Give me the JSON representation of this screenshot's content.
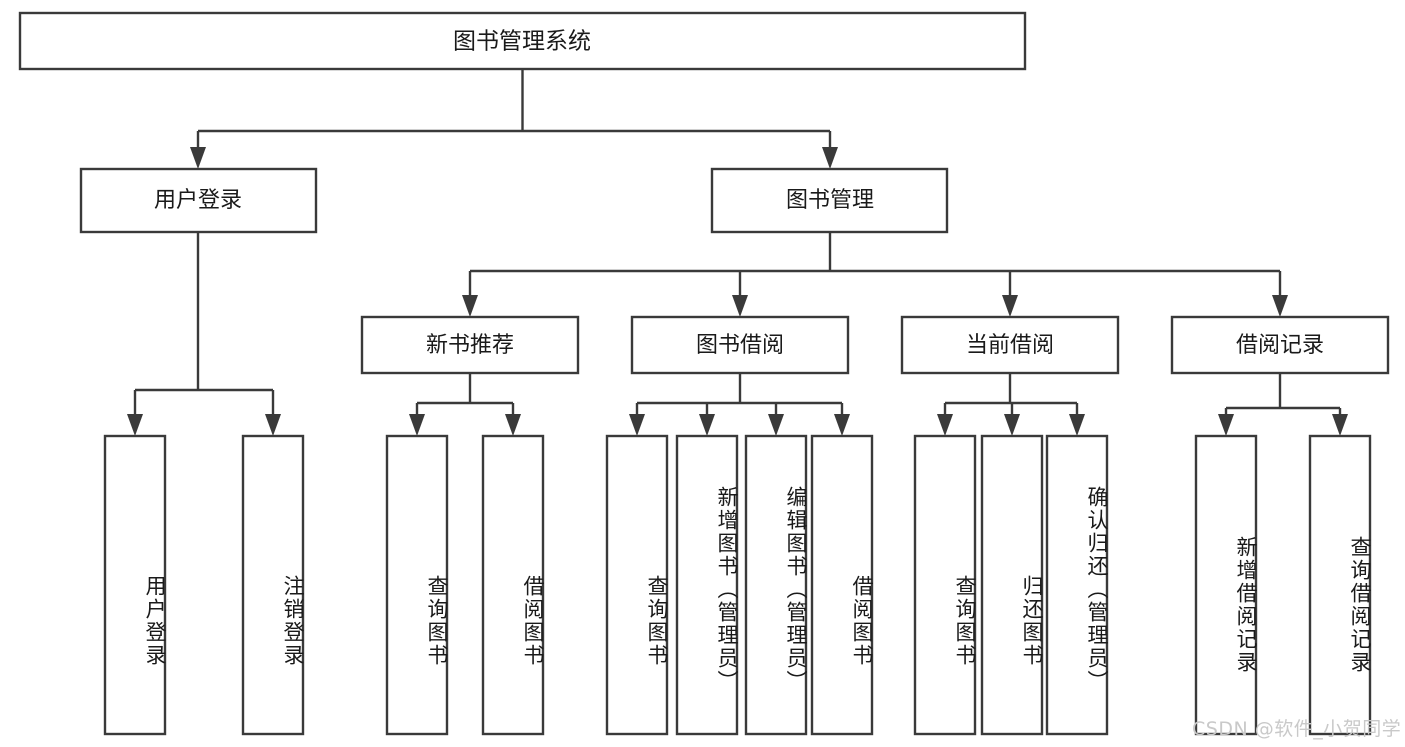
{
  "diagram": {
    "title": "图书管理系统",
    "type": "tree-hierarchy-diagram",
    "colors": {
      "box_stroke": "#3a3a3a",
      "box_fill": "#ffffff",
      "text": "#1a1a1a",
      "background": "#ffffff",
      "watermark": "#c9c9c9"
    },
    "root": {
      "label": "图书管理系统"
    },
    "level2": [
      {
        "label": "用户登录"
      },
      {
        "label": "图书管理"
      }
    ],
    "level3": [
      {
        "label": "新书推荐"
      },
      {
        "label": "图书借阅"
      },
      {
        "label": "当前借阅"
      },
      {
        "label": "借阅记录"
      }
    ],
    "leaves": {
      "user_login": [
        {
          "label": "用户登录"
        },
        {
          "label": "注销登录"
        }
      ],
      "new_book_recommend": [
        {
          "label": "查询图书"
        },
        {
          "label": "借阅图书"
        }
      ],
      "book_borrow": [
        {
          "label": "查询图书"
        },
        {
          "label": "新增图书（管理员）"
        },
        {
          "label": "编辑图书（管理员）"
        },
        {
          "label": "借阅图书"
        }
      ],
      "current_borrow": [
        {
          "label": "查询图书"
        },
        {
          "label": "归还图书"
        },
        {
          "label": "确认归还（管理员）"
        }
      ],
      "borrow_record": [
        {
          "label": "新增借阅记录"
        },
        {
          "label": "查询借阅记录"
        }
      ]
    }
  },
  "watermark": {
    "text": "CSDN @软件_小贺同学"
  }
}
